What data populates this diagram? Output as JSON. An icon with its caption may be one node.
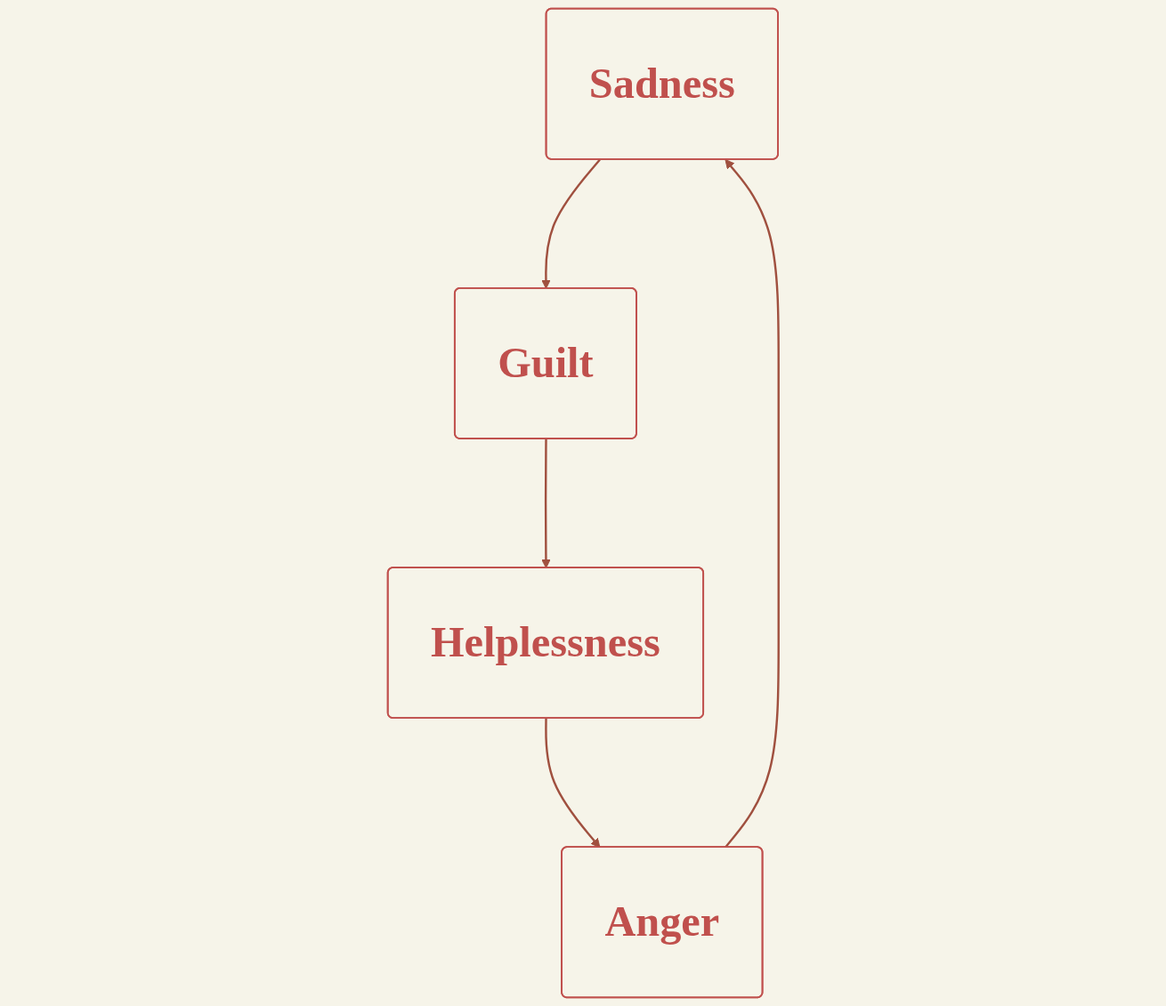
{
  "diagram": {
    "nodes": [
      {
        "text": [
          "Sadness"
        ]
      },
      {
        "text": [
          "Anger"
        ]
      },
      {
        "text": [
          "Guilt"
        ]
      },
      {
        "text": [
          "Helplessness"
        ]
      }
    ],
    "edges": [
      {
        "from": 0,
        "to": 2,
        "arrow": "to"
      },
      {
        "from": 2,
        "to": 3,
        "arrow": "to"
      },
      {
        "from": 3,
        "to": 1,
        "arrow": "to"
      },
      {
        "from": 1,
        "to": 0,
        "arrow": "to"
      }
    ]
  }
}
